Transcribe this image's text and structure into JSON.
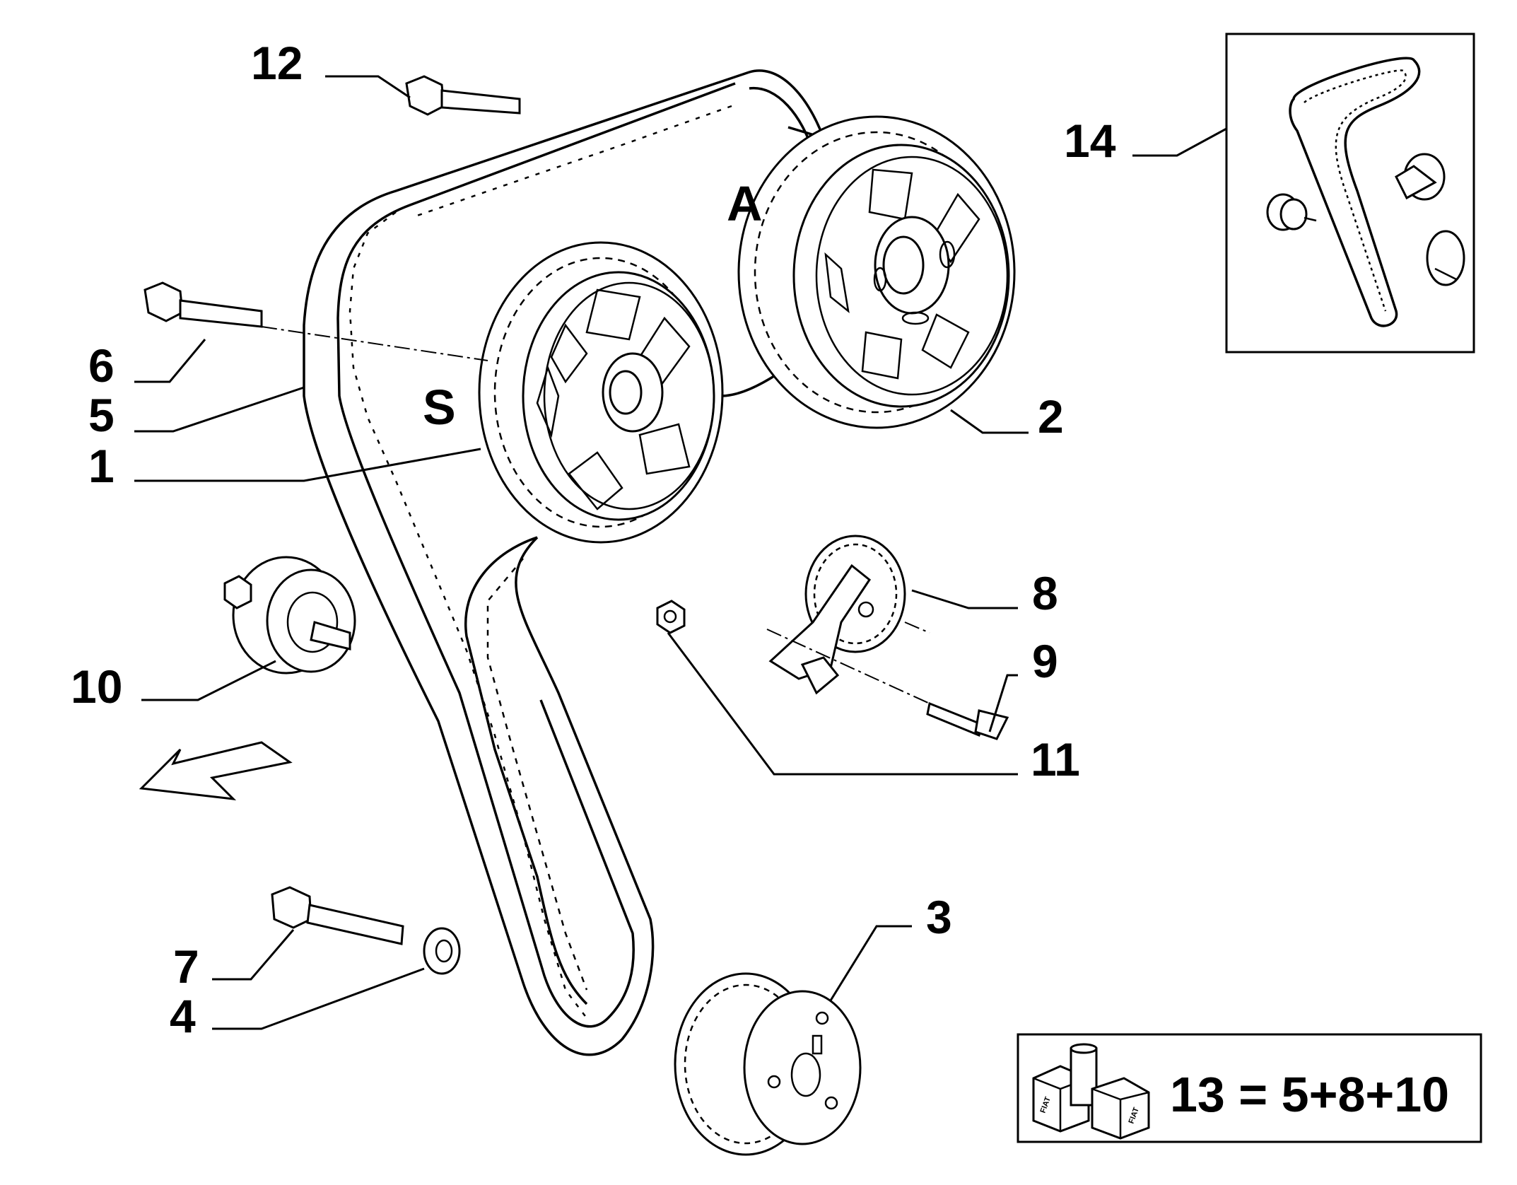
{
  "labels": {
    "p1": "1",
    "p2": "2",
    "p3": "3",
    "p4": "4",
    "p5": "5",
    "p6": "6",
    "p7": "7",
    "p8": "8",
    "p9": "9",
    "p10": "10",
    "p11": "11",
    "p12": "12",
    "p14": "14",
    "s": "S",
    "a": "A"
  },
  "kit": {
    "formula": "13 = 5+8+10",
    "box_text": "FIAT"
  },
  "colors": {
    "line": "#000000",
    "background": "#ffffff"
  }
}
